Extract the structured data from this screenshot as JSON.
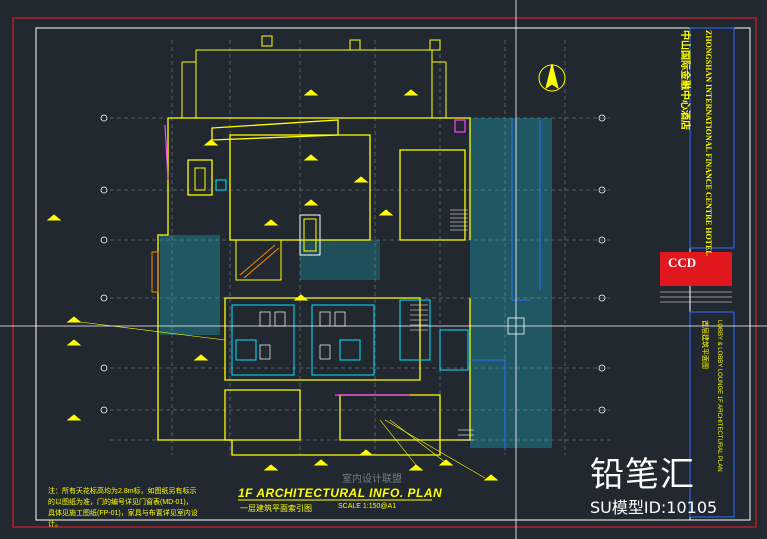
{
  "drawing": {
    "title_en": "1F ARCHITECTURAL INFO. PLAN",
    "title_cn": "一层建筑平面索引图",
    "scale_label": "SCALE  1:150@A1",
    "note": "注：所有天花标高均为2.8m标，如图纸另有标示的以图纸为准，门的编号详见门窗表(MD-01)，具体见施工图纸(FP-01)，家具与布置详见室内设计。"
  },
  "title_block": {
    "hotel_cn": "中山国际金融中心酒店",
    "hotel_en": "ZHONGSHAN INTERNATIONAL FINANCE CENTRE HOTEL",
    "logo_text": "CCD",
    "project_cn": "首层建筑平面图",
    "project_en": "LOBBY & LOBBY LOUNGE  1F ARCHITECTURAL PLAN"
  },
  "watermark": {
    "brand": "铅笔汇",
    "model_id": "SU模型ID:10105",
    "center": "室内设计联盟"
  },
  "colors": {
    "background": "#212830",
    "border_red": "#d41f2a",
    "wall_yellow": "#ffff00",
    "cyan": "#00e5ff",
    "teal_fill": "#1f5f6b",
    "blue": "#2f6cff",
    "magenta": "#ff40ff",
    "white": "#ffffff"
  },
  "icons": [
    "north-arrow-icon",
    "crosshair-cursor-icon"
  ]
}
